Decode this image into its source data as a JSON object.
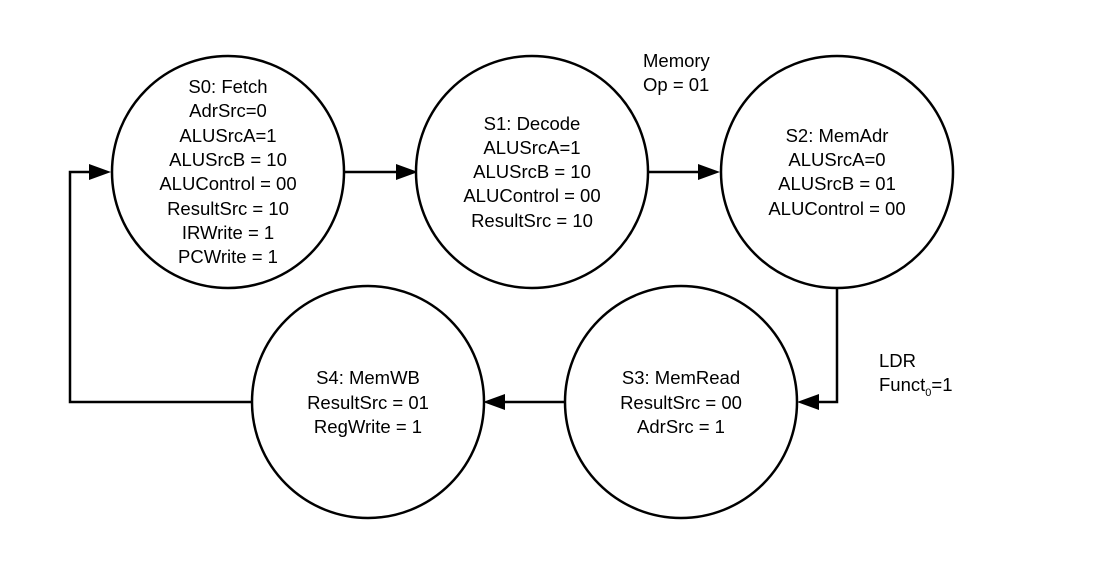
{
  "diagram": {
    "states": [
      {
        "id": "s0",
        "title": "S0: Fetch",
        "lines": [
          "AdrSrc=0",
          "ALUSrcA=1",
          "ALUSrcB = 10",
          "ALUControl = 00",
          "ResultSrc = 10",
          "IRWrite = 1",
          "PCWrite = 1"
        ]
      },
      {
        "id": "s1",
        "title": "S1: Decode",
        "lines": [
          "ALUSrcA=1",
          "ALUSrcB = 10",
          "ALUControl = 00",
          "ResultSrc = 10"
        ]
      },
      {
        "id": "s2",
        "title": "S2: MemAdr",
        "lines": [
          "ALUSrcA=0",
          "ALUSrcB = 01",
          "ALUControl = 00"
        ]
      },
      {
        "id": "s3",
        "title": "S3: MemRead",
        "lines": [
          "ResultSrc = 00",
          "AdrSrc = 1"
        ]
      },
      {
        "id": "s4",
        "title": "S4: MemWB",
        "lines": [
          "ResultSrc = 01",
          "RegWrite = 1"
        ]
      }
    ],
    "edge_labels": {
      "s1_to_s2": {
        "line1": "Memory",
        "line2": "Op = 01"
      },
      "s2_to_s3": {
        "line1": "LDR",
        "funct_prefix": "Funct",
        "funct_sub": "0",
        "funct_suffix": "=1"
      }
    },
    "colors": {
      "stroke": "#000000",
      "background": "#ffffff"
    }
  }
}
